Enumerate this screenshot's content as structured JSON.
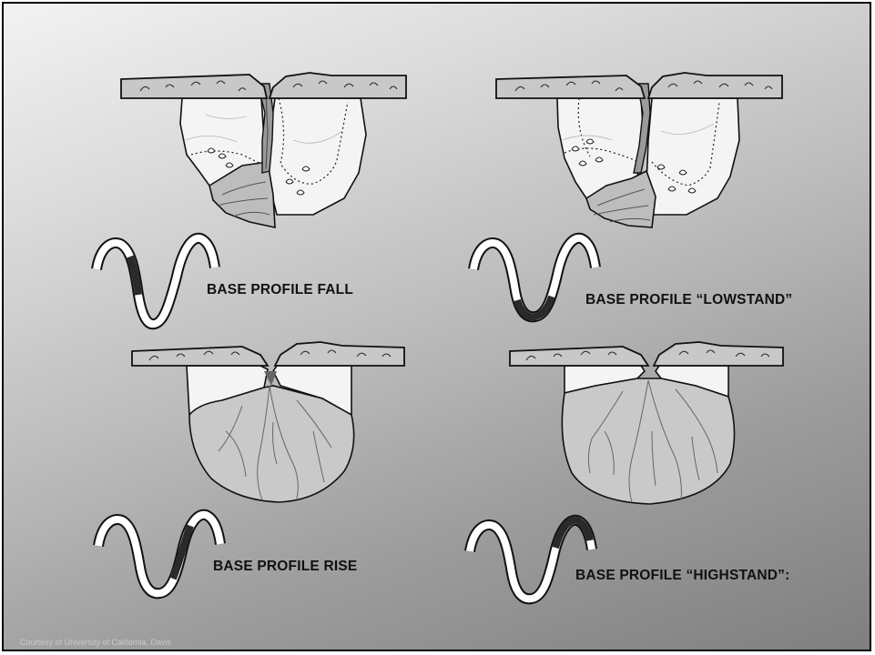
{
  "panels": [
    {
      "id": "fall",
      "label": "BASE PROFILE FALL",
      "highlighted_segment": "falling limb"
    },
    {
      "id": "lowstand",
      "label": "BASE PROFILE “LOWSTAND”",
      "highlighted_segment": "trough"
    },
    {
      "id": "rise",
      "label": "BASE PROFILE RISE",
      "highlighted_segment": "rising limb"
    },
    {
      "id": "highstand",
      "label": "BASE PROFILE “HIGHSTAND”:",
      "highlighted_segment": "crest"
    }
  ],
  "credit": "Courtesy of University of California, Davis",
  "colors": {
    "shelf_fill": "#c8c8c8",
    "fan_fill": "#c9c9c9",
    "lobe_fill": "#f4f4f4",
    "outline": "#111111",
    "highlight": "#222222"
  }
}
